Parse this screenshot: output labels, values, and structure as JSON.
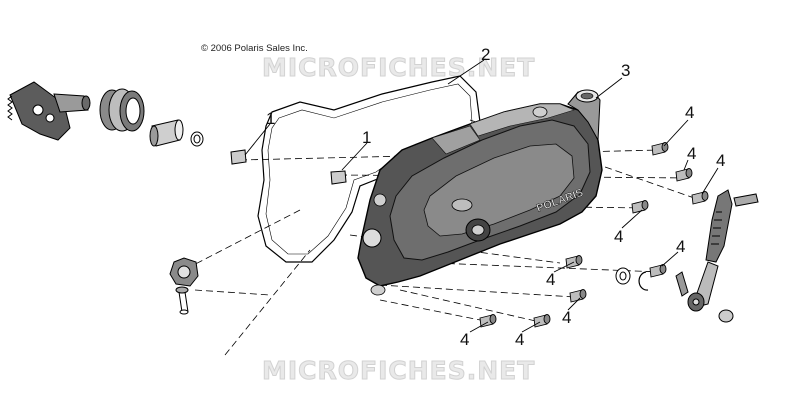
{
  "copyright": "© 2006 Polaris Sales Inc.",
  "watermark": "MICROFICHES.NET",
  "cover_logo": "POLARIS",
  "callouts": {
    "c1a": "1",
    "c1b": "1",
    "c2": "2",
    "c3": "3",
    "c4a": "4",
    "c4b": "4",
    "c4c": "4",
    "c4d": "4",
    "c4e": "4",
    "c4f": "4",
    "c4g": "4",
    "c4h": "4",
    "c4i": "4"
  }
}
